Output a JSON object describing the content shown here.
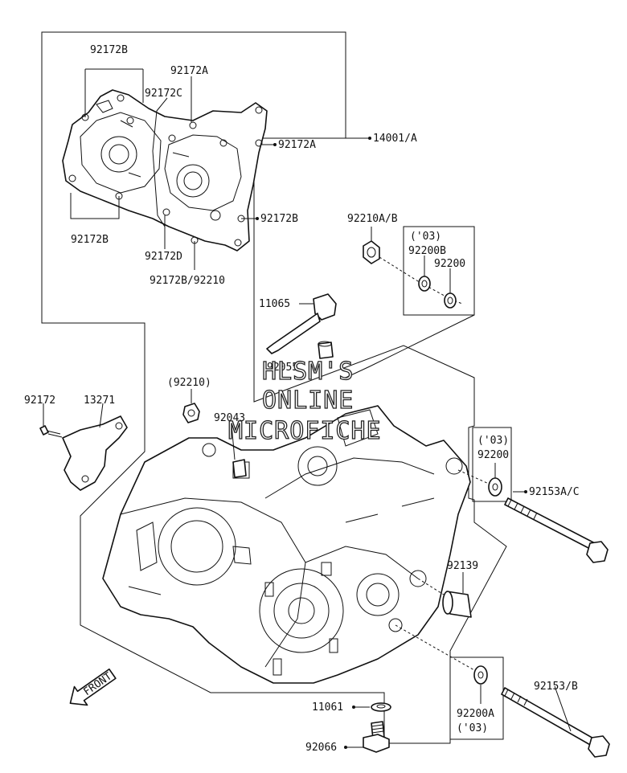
{
  "labels": {
    "p92172B_top": "92172B",
    "p92172A_top": "92172A",
    "p92172C": "92172C",
    "p92172A_right": "92172A",
    "p14001A": "14001/A",
    "p92172B_right": "92172B",
    "p92172B_left": "92172B",
    "p92172D": "92172D",
    "p92172B_92210": "92172B/92210",
    "p92210AB": "92210A/B",
    "p03_a": "('03)",
    "p92200B": "92200B",
    "p92200_a": "92200",
    "p11065": "11065",
    "p92055": "92055",
    "p92210_paren": "(92210)",
    "p92172": "92172",
    "p13271": "13271",
    "p92043": "92043",
    "p03_b": "('03)",
    "p92200_b": "92200",
    "p92153AC": "92153A/C",
    "p92139": "92139",
    "p92153B": "92153/B",
    "p11061": "11061",
    "p92200A": "92200A",
    "p03_c": "('03)",
    "p92066": "92066"
  },
  "watermark": {
    "line1": "HLSM'S",
    "line2": "ONLINE",
    "line3": "MICROFICHE"
  },
  "front_arrow": "FRONT"
}
